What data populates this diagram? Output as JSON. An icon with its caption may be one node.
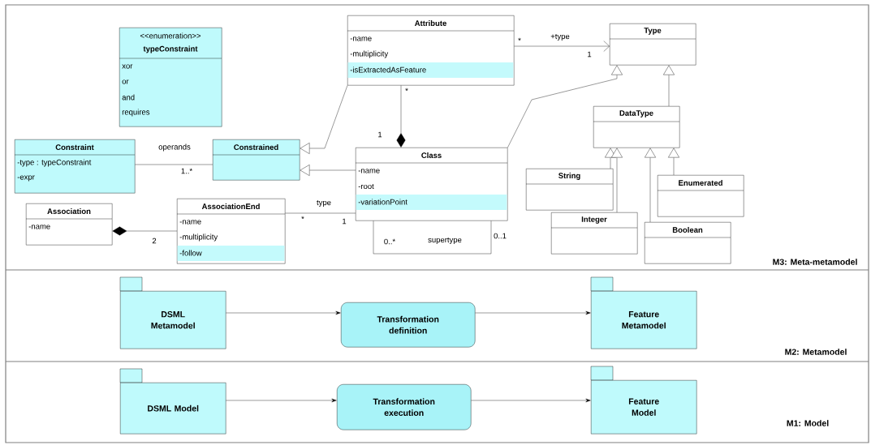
{
  "diagram": {
    "nodes": [
      {
        "text": [
          "<<enumeration>>",
          "typeConstraint",
          "xor",
          "or",
          "and",
          "requires"
        ]
      },
      {
        "text": [
          "Attribute",
          "-name",
          "-multiplicity",
          "-isExtractedAsFeature"
        ]
      },
      {
        "text": [
          "Type"
        ]
      },
      {
        "text": [
          "Constraint",
          "-type : typeConstraint",
          "-expr"
        ]
      },
      {
        "text": [
          "Constrained"
        ]
      },
      {
        "text": [
          "Class",
          "-name",
          "-root",
          "-variationPoint"
        ]
      },
      {
        "text": [
          "DataType"
        ]
      },
      {
        "text": [
          "Association",
          "-name"
        ]
      },
      {
        "text": [
          "AssociationEnd",
          "-name",
          "-multiplicity",
          "-follow"
        ]
      },
      {
        "text": [
          "String"
        ]
      },
      {
        "text": [
          "Enumerated"
        ]
      },
      {
        "text": [
          "Integer"
        ]
      },
      {
        "text": [
          "Boolean"
        ]
      },
      {
        "text": [
          "DSML Metamodel"
        ]
      },
      {
        "text": [
          "Transformation definition"
        ]
      },
      {
        "text": [
          "Feature Metamodel"
        ]
      },
      {
        "text": [
          "DSML Model"
        ]
      },
      {
        "text": [
          "Transformation execution"
        ]
      },
      {
        "text": [
          "Feature Model"
        ]
      }
    ],
    "edges": [
      {
        "from": 1,
        "to": 2,
        "arrow": "to",
        "label": "+type"
      },
      {
        "from": 1,
        "to": 4,
        "arrow": "to"
      },
      {
        "from": 5,
        "to": 4,
        "arrow": "to"
      },
      {
        "from": 1,
        "to": 5,
        "arrow": "other"
      },
      {
        "from": 3,
        "to": 4,
        "arrow": "none",
        "label": "operands"
      },
      {
        "from": 8,
        "to": 7,
        "arrow": "other"
      },
      {
        "from": 8,
        "to": 5,
        "arrow": "none",
        "label": "type"
      },
      {
        "from": 5,
        "to": 5,
        "arrow": "none",
        "label": "supertype"
      },
      {
        "from": 5,
        "to": 2,
        "arrow": "to"
      },
      {
        "from": 6,
        "to": 2,
        "arrow": "to"
      },
      {
        "from": 9,
        "to": 6,
        "arrow": "to"
      },
      {
        "from": 11,
        "to": 6,
        "arrow": "to"
      },
      {
        "from": 12,
        "to": 6,
        "arrow": "to"
      },
      {
        "from": 10,
        "to": 6,
        "arrow": "to"
      },
      {
        "from": 13,
        "to": 14,
        "arrow": "to"
      },
      {
        "from": 14,
        "to": 15,
        "arrow": "to"
      },
      {
        "from": 16,
        "to": 17,
        "arrow": "to"
      },
      {
        "from": 17,
        "to": 18,
        "arrow": "to"
      }
    ],
    "labels": [
      "*",
      "1",
      "*",
      "1",
      "1..*",
      "2",
      "*",
      "1",
      "0..*",
      "0..1",
      "M3: Meta-metamodel",
      "M2: Metamodel",
      "M1: Model"
    ]
  }
}
